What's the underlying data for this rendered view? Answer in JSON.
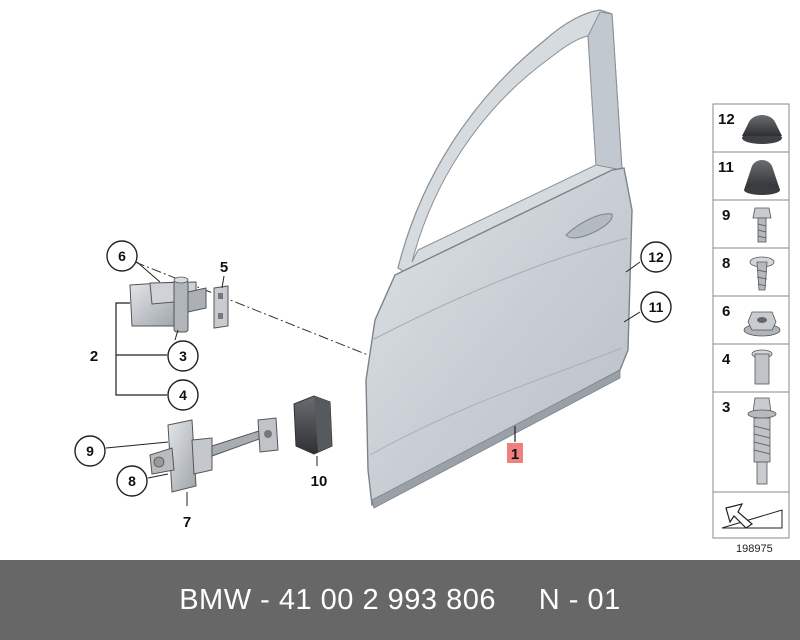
{
  "callouts": {
    "door": "1",
    "hinge_set": "2",
    "hinge_lower": "3",
    "hinge_upper_part": "4",
    "gasket": "5",
    "hinge_upper": "6",
    "door_brake": "7",
    "screw_8": "8",
    "screw_9": "9",
    "buffer": "10",
    "plug_11": "11",
    "plug_12": "12"
  },
  "parts_legend": [
    "12",
    "11",
    "9",
    "8",
    "6",
    "4",
    "3"
  ],
  "diagram_number": "198975",
  "footer": {
    "text": "BMW - 41 00 2 993 806     N - 01"
  },
  "colors": {
    "footer_bg": "#676767",
    "door_gray": "#cdd2d8",
    "highlight": "#f08080"
  }
}
